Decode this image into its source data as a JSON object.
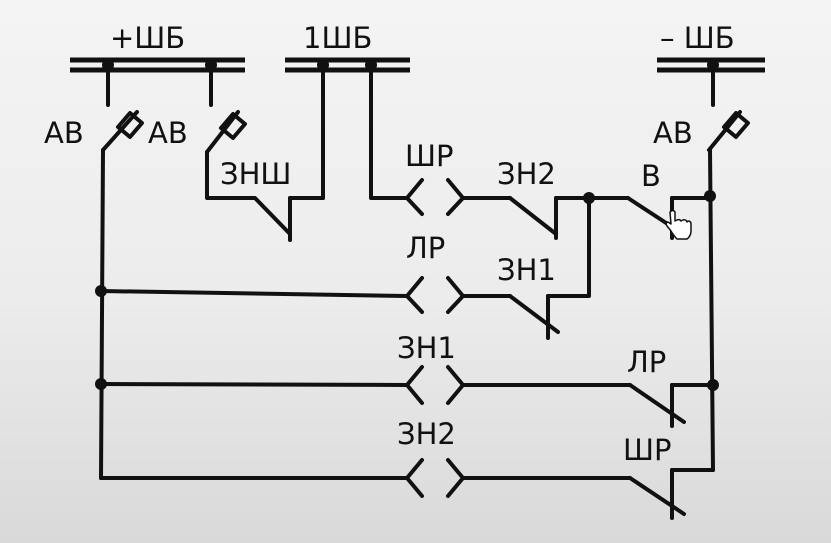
{
  "buses": {
    "plus_shb": "+ШБ",
    "one_shb": "1ШБ",
    "minus_shb": "– ШБ"
  },
  "labels": {
    "av_left_1": "АВ",
    "av_left_2": "АВ",
    "av_right": "АВ",
    "znsh": "ЗНШ",
    "shr_top": "ШР",
    "zn2_top": "ЗН2",
    "v": "В",
    "lr_mid": "ЛР",
    "zn1_mid": "ЗН1",
    "zn1_row3": "ЗН1",
    "lr_row3": "ЛР",
    "zn2_row4": "ЗН2",
    "shr_row4": "ШР"
  },
  "colors": {
    "background": "#ececec",
    "line": "#111111"
  },
  "cursor_icon": "hand-pointer-icon"
}
